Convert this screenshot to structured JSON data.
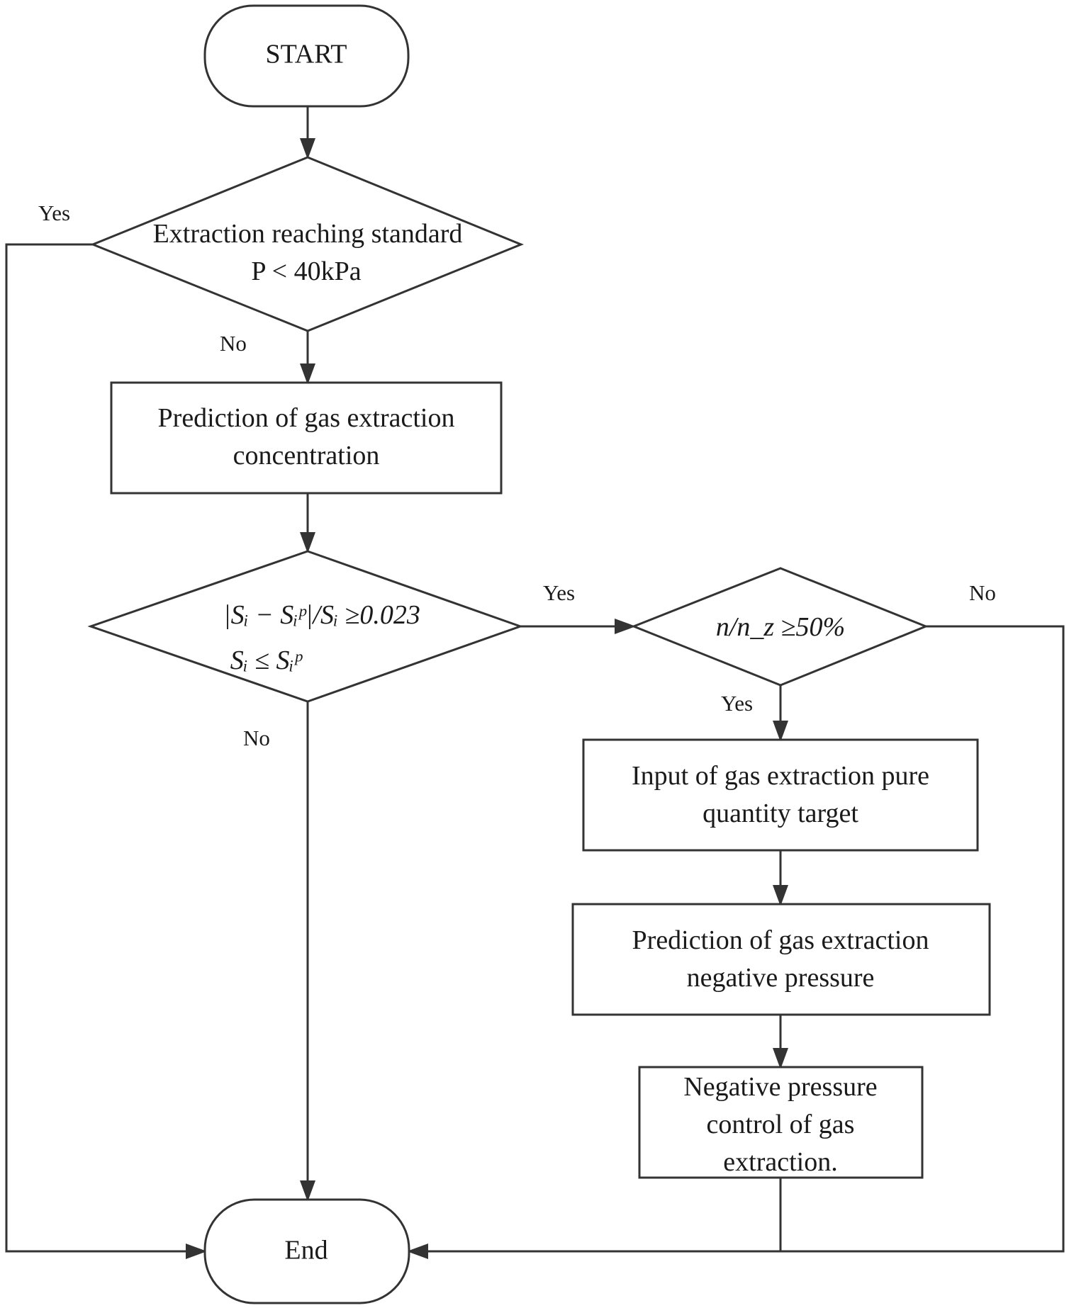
{
  "nodes": {
    "start": "START",
    "check_standard": {
      "line1": "Extraction reaching standard",
      "line2": "P < 40kPa"
    },
    "predict_concentration": {
      "line1": "Prediction of gas extraction",
      "line2": "concentration"
    },
    "check_error": {
      "line1": "|Sᵢ − Sᵢᵖ|/Sᵢ ≥0.023",
      "line2": "Sᵢ ≤ Sᵢᵖ"
    },
    "check_ratio": "n/n_z ≥50%",
    "input_target": {
      "line1": "Input of gas extraction pure",
      "line2": "quantity target"
    },
    "predict_pressure": {
      "line1": "Prediction of gas extraction",
      "line2": "negative pressure"
    },
    "control": {
      "line1": "Negative pressure",
      "line2": "control of gas",
      "line3": "extraction."
    },
    "end": "End"
  },
  "edges": {
    "standard_yes": "Yes",
    "standard_no": "No",
    "error_yes": "Yes",
    "error_no": "No",
    "ratio_yes": "Yes",
    "ratio_no": "No"
  },
  "colors": {
    "stroke": "#333333",
    "text": "#1a1a1a",
    "background": "#ffffff"
  }
}
